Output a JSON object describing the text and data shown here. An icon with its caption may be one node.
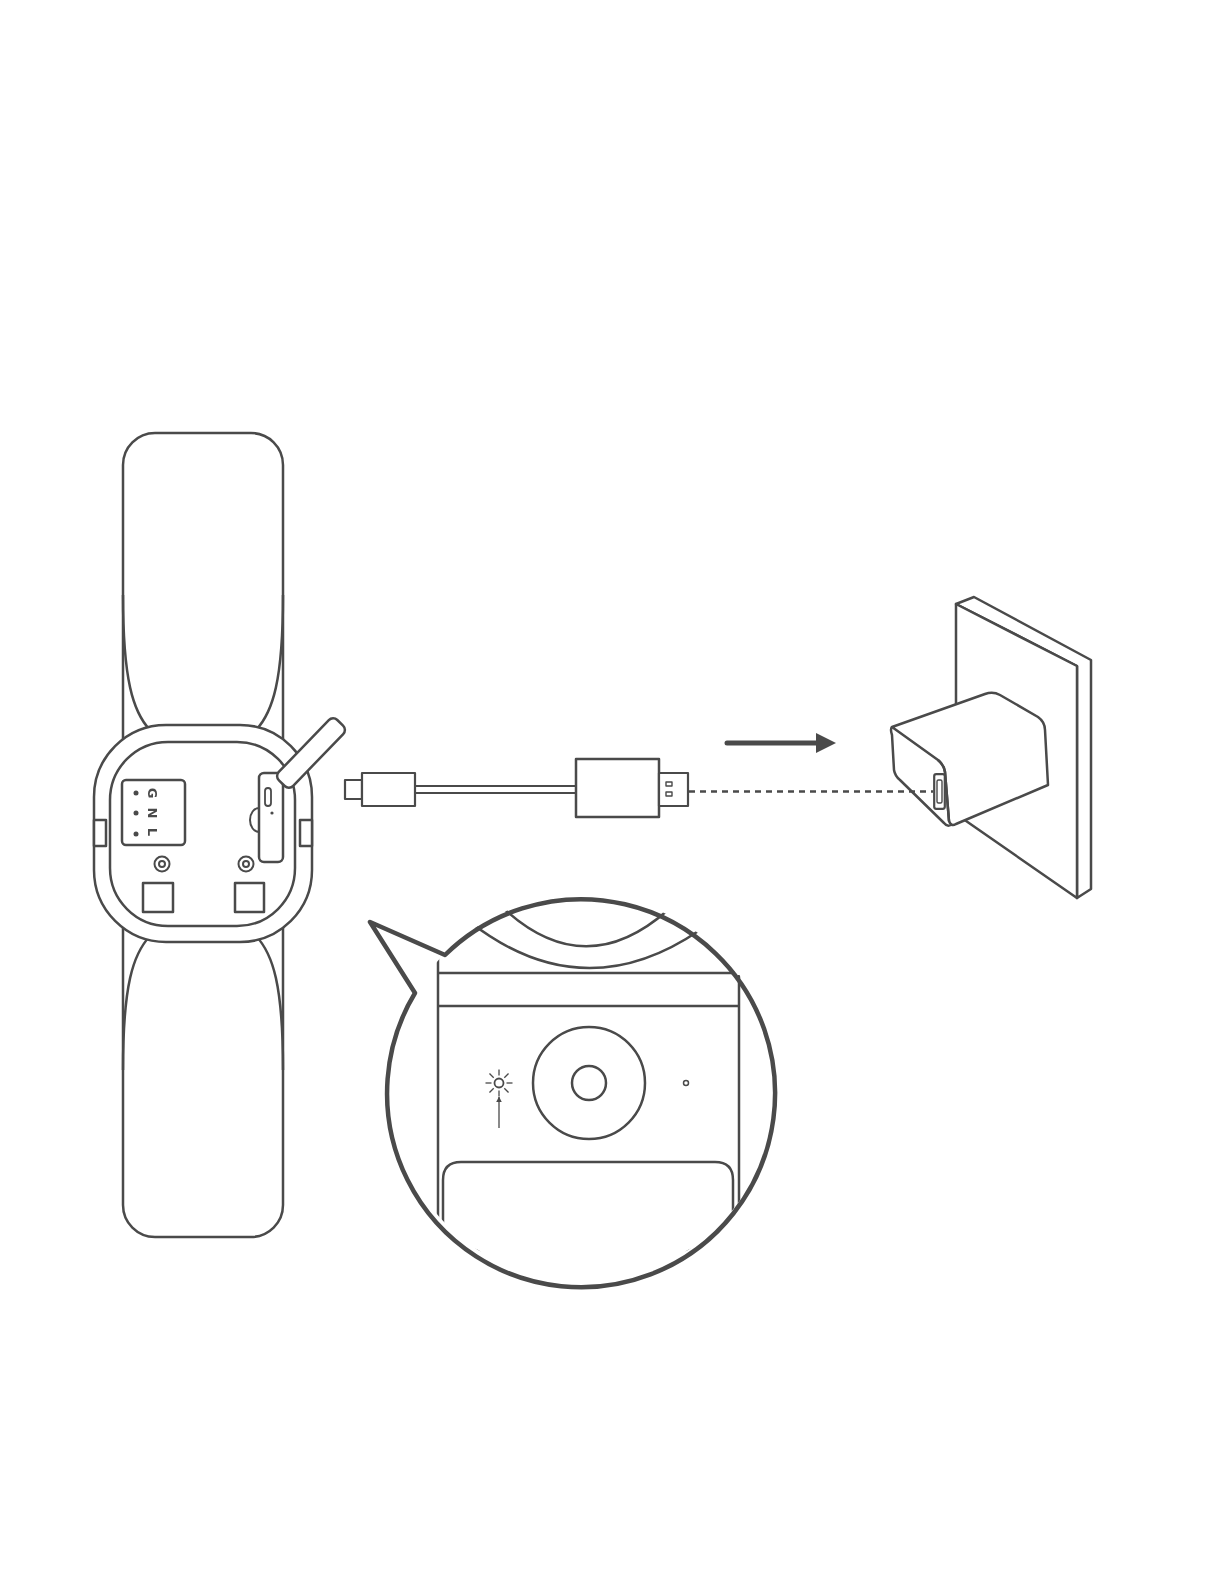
{
  "diagram": {
    "nodes": [
      {
        "text": [],
        "shape": "picture"
      },
      {
        "text": [],
        "shape": "box"
      },
      {
        "text": [],
        "shape": "picture"
      }
    ],
    "edges": [
      {
        "from": 0,
        "to": 1,
        "arrow": "none",
        "style": "dashed"
      },
      {
        "from": null,
        "to": 2,
        "arrow": "to"
      }
    ],
    "labels": [
      "G",
      "N",
      "L"
    ]
  }
}
